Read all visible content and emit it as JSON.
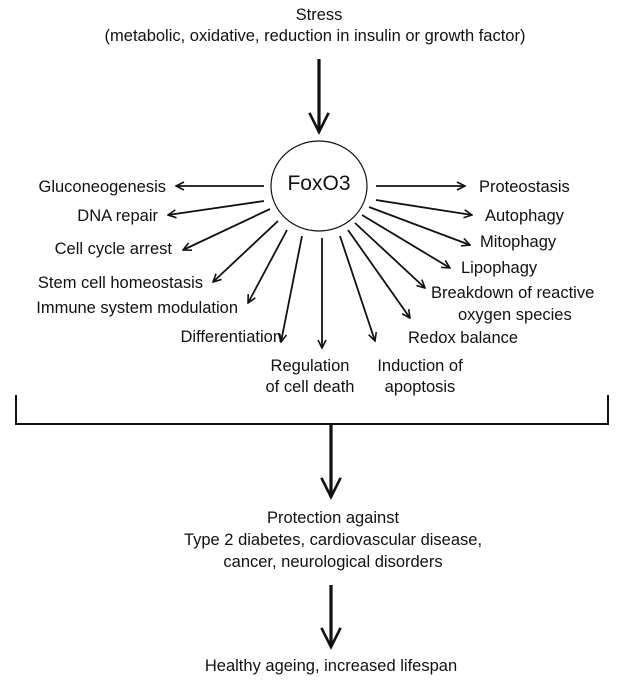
{
  "diagram": {
    "colors": {
      "ink": "#111111",
      "background": "#ffffff"
    },
    "stress": {
      "title": "Stress",
      "subtitle": "(metabolic, oxidative, reduction in insulin or growth factor)"
    },
    "center_node": {
      "label": "FoxO3"
    },
    "left_outcomes": [
      {
        "id": "gluconeogenesis",
        "label": "Gluconeogenesis"
      },
      {
        "id": "dna-repair",
        "label": "DNA repair"
      },
      {
        "id": "cell-cycle-arrest",
        "label": "Cell cycle arrest"
      },
      {
        "id": "stem-cell-homeostasis",
        "label": "Stem cell homeostasis"
      },
      {
        "id": "immune-system-modulation",
        "label": "Immune system modulation"
      },
      {
        "id": "differentiation",
        "label": "Differentiation"
      },
      {
        "id": "regulation-of-cell-death",
        "label": "Regulation\nof cell death",
        "lines": [
          "Regulation",
          "of cell death"
        ]
      }
    ],
    "right_outcomes": [
      {
        "id": "proteostasis",
        "label": "Proteostasis"
      },
      {
        "id": "autophagy",
        "label": "Autophagy"
      },
      {
        "id": "mitophagy",
        "label": "Mitophagy"
      },
      {
        "id": "lipophagy",
        "label": "Lipophagy"
      },
      {
        "id": "breakdown-ros",
        "label": "Breakdown of reactive oxygen species",
        "lines": [
          "Breakdown of reactive",
          "oxygen species"
        ]
      },
      {
        "id": "redox-balance",
        "label": "Redox balance"
      },
      {
        "id": "induction-of-apoptosis",
        "label": "Induction of apoptosis",
        "lines": [
          "Induction of",
          "apoptosis"
        ]
      }
    ],
    "protection": {
      "heading": "Protection against",
      "lines": [
        "Type 2 diabetes, cardiovascular disease,",
        "cancer, neurological disorders"
      ]
    },
    "outcome": {
      "label": "Healthy ageing, increased lifespan"
    }
  }
}
